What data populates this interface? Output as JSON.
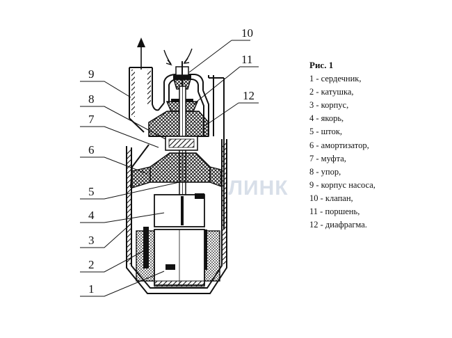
{
  "figure": {
    "watermark_text": "ЛИНК",
    "callouts": [
      "10",
      "11",
      "12",
      "9",
      "8",
      "7",
      "6",
      "5",
      "4",
      "3",
      "2",
      "1"
    ]
  },
  "legend": {
    "title": "Рис.  1",
    "items": [
      "1 - сердечник,",
      "2 - катушка,",
      "3 - корпус,",
      "4 - якорь,",
      "5 - шток,",
      "6 - амортизатор,",
      "7 - муфта,",
      "8 - упор,",
      "9 - корпус насоса,",
      "10 - клапан,",
      "11 - поршень,",
      "12 - диафрагма."
    ]
  },
  "colors": {
    "ink": "#111111",
    "watermark": "#b9c6d8"
  }
}
